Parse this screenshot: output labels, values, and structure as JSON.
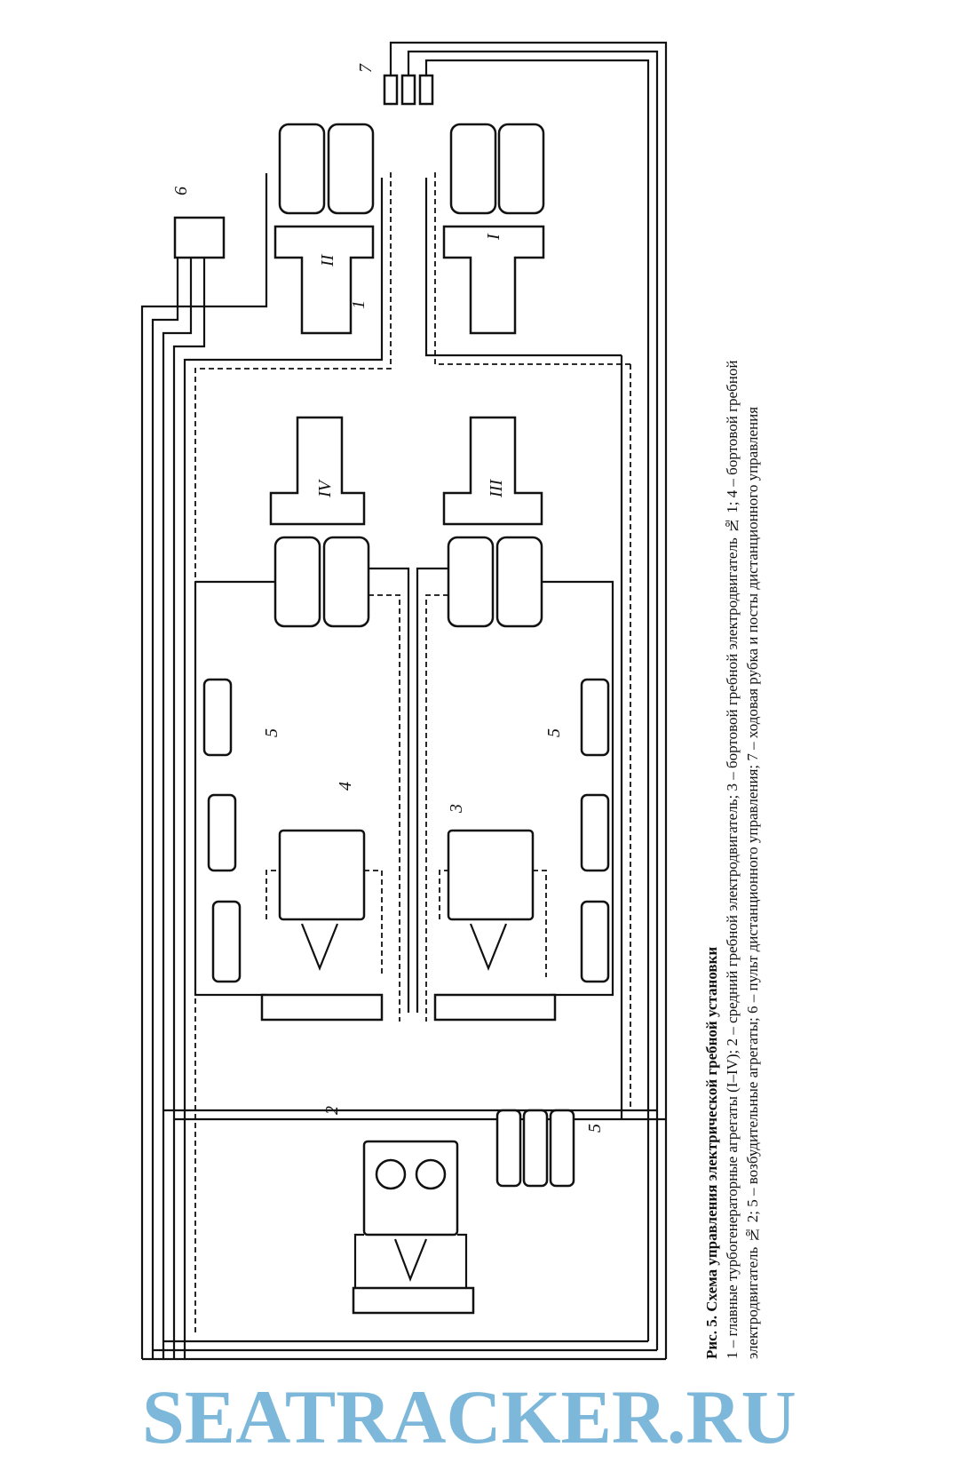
{
  "figure": {
    "labels": {
      "l7": "7",
      "l6": "6",
      "lII": "II",
      "l1": "1",
      "lI": "I",
      "lIV": "IV",
      "lIII": "III",
      "l5a": "5",
      "l5b": "5",
      "l5c": "5",
      "l4": "4",
      "l3": "3",
      "l2": "2"
    }
  },
  "caption": {
    "title": "Рис. 5. Схема управления электрической гребной установки",
    "line1": "1 – главные турбогенераторные агрегаты (I–IV); 2 – средний гребной электродвигатель; 3 – бортовой гребной электродвигатель № 1; 4 – бортовой гребной",
    "line2": "электродвигатель № 2; 5 – возбудительные агрегаты; 6 – пульт дистанционного управления; 7 – ходовая рубка и посты дистанционного управления"
  },
  "watermark": {
    "text": "SEATRACKER.RU",
    "color": "#6fb1d6"
  }
}
